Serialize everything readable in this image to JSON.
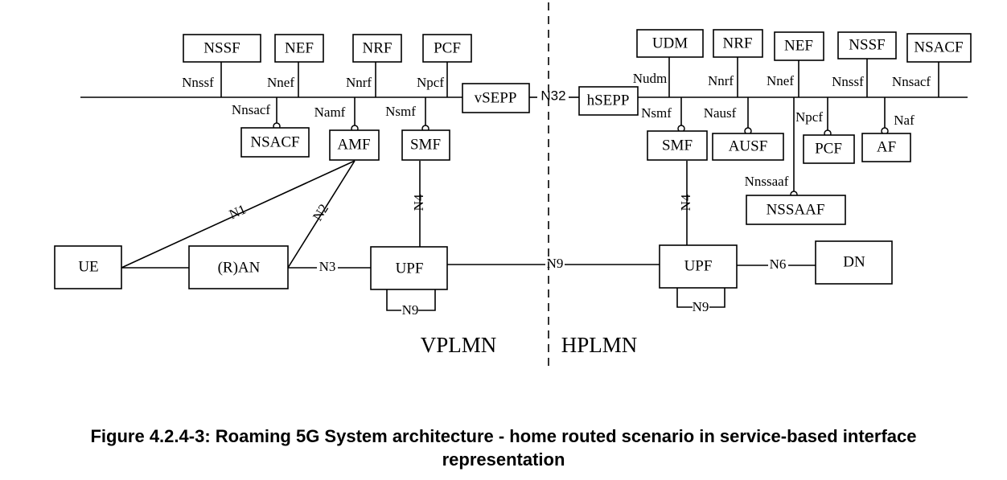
{
  "regions": {
    "left": "VPLMN",
    "right": "HPLMN"
  },
  "nodes": {
    "v_nssf": "NSSF",
    "v_nef": "NEF",
    "v_nrf": "NRF",
    "v_pcf": "PCF",
    "v_nsacf": "NSACF",
    "v_amf": "AMF",
    "v_smf": "SMF",
    "vsepp": "vSEPP",
    "hsepp": "hSEPP",
    "h_udm": "UDM",
    "h_nrf": "NRF",
    "h_nef": "NEF",
    "h_nssf": "NSSF",
    "h_nsacf": "NSACF",
    "h_smf": "SMF",
    "h_ausf": "AUSF",
    "h_pcf": "PCF",
    "h_af": "AF",
    "h_nssaaf": "NSSAAF",
    "ue": "UE",
    "ran": "(R)AN",
    "v_upf": "UPF",
    "h_upf": "UPF",
    "dn": "DN"
  },
  "service_interfaces": {
    "v_nnssf": "Nnssf",
    "v_nnef": "Nnef",
    "v_nnrf": "Nnrf",
    "v_npcf": "Npcf",
    "v_nnsacf": "Nnsacf",
    "v_namf": "Namf",
    "v_nsmf": "Nsmf",
    "h_nudm": "Nudm",
    "h_nnrf": "Nnrf",
    "h_nnef": "Nnef",
    "h_nnssf": "Nnssf",
    "h_nnsacf": "Nnsacf",
    "h_nsmf": "Nsmf",
    "h_nausf": "Nausf",
    "h_npcf": "Npcf",
    "h_naf": "Naf",
    "h_nnssaaf": "Nnssaaf"
  },
  "reference_points": {
    "n32": "N32",
    "n1": "N1",
    "n2": "N2",
    "n3": "N3",
    "v_n4": "N4",
    "h_n4": "N4",
    "n9_roaming": "N9",
    "v_n9_loop": "N9",
    "h_n9_loop": "N9",
    "n6": "N6"
  },
  "caption": {
    "line1": "Figure 4.2.4-3: Roaming 5G System architecture - home routed scenario in service-based interface",
    "line2": "representation"
  }
}
